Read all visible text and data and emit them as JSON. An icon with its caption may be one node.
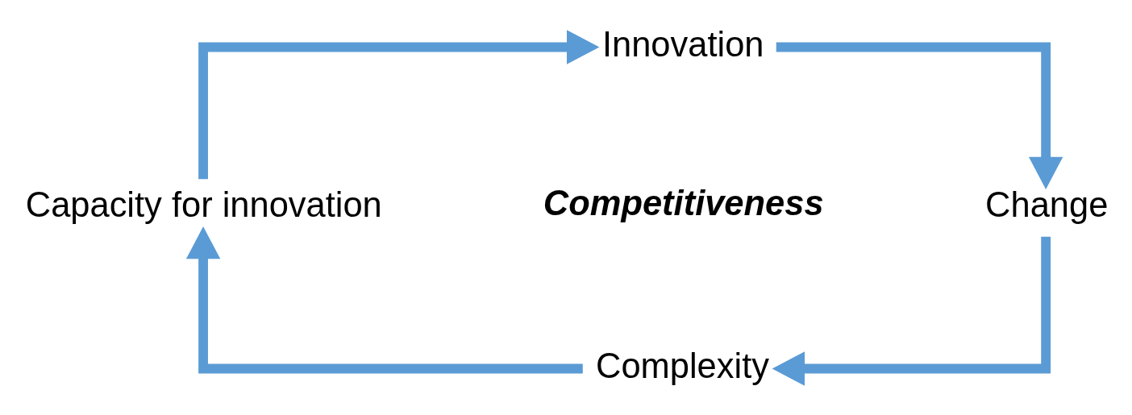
{
  "diagram": {
    "nodes": [
      {
        "text": [
          "Innovation"
        ]
      },
      {
        "text": [
          "Capacity for innovation"
        ]
      },
      {
        "text": [
          "Competitiveness"
        ]
      },
      {
        "text": [
          "Change"
        ]
      },
      {
        "text": [
          "Complexity"
        ]
      }
    ],
    "edges": [
      {
        "from": 1,
        "to": 0,
        "arrow": "to"
      },
      {
        "from": 0,
        "to": 3,
        "arrow": "to"
      },
      {
        "from": 3,
        "to": 4,
        "arrow": "to"
      },
      {
        "from": 4,
        "to": 1,
        "arrow": "to"
      }
    ]
  }
}
